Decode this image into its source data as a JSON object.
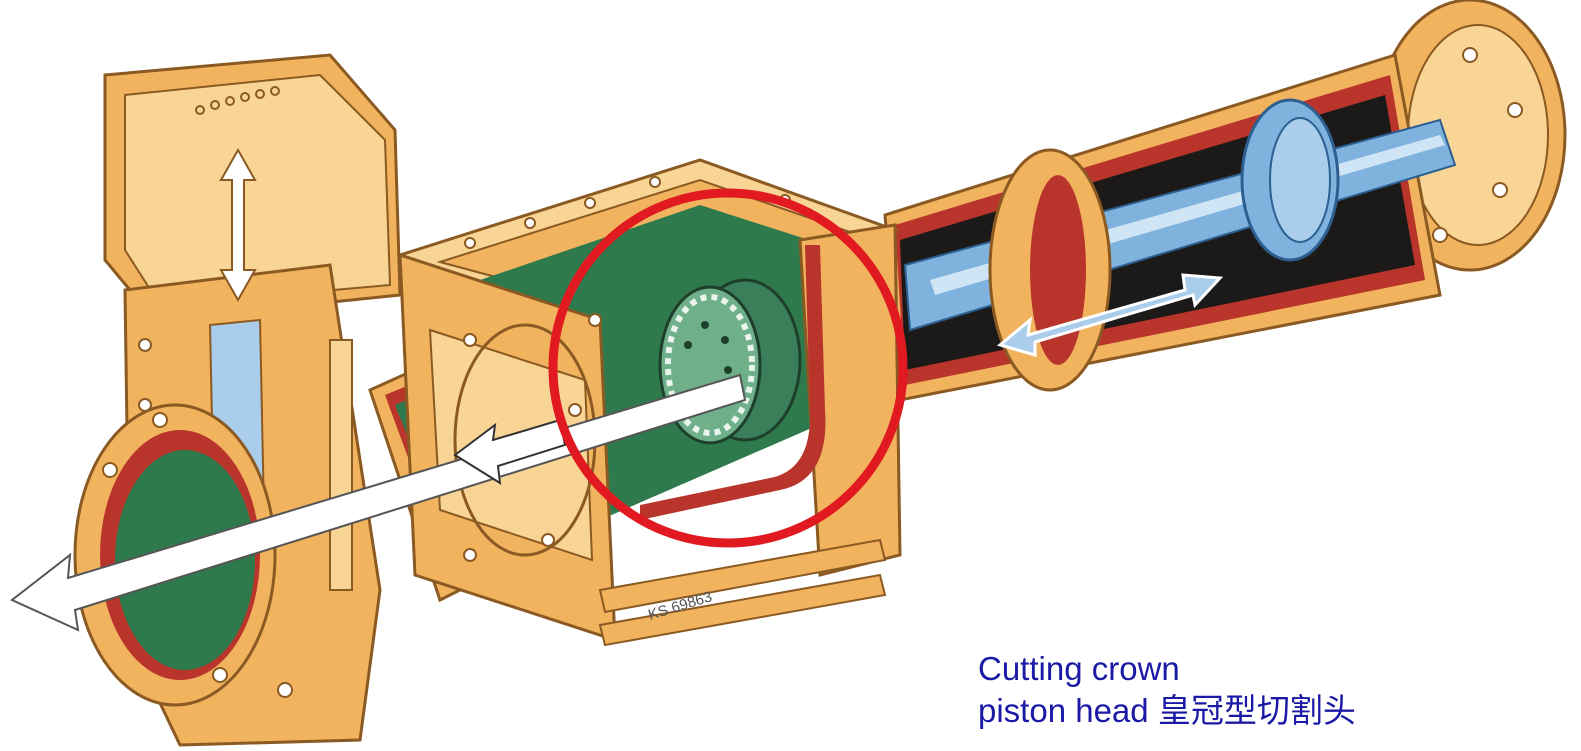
{
  "figure": {
    "stamp": "KS 69863",
    "caption_line1": "Cutting crown",
    "caption_line2_en": "piston head",
    "caption_line2_cn": "皇冠型切割头"
  },
  "colors": {
    "housing": "#f2b35f",
    "housing_light": "#f9d595",
    "housing_dark": "#c9822e",
    "section_red": "#b9352c",
    "material_green": "#2f7a4c",
    "steel_blue": "#7fb3dd",
    "steel_dark": "#2c5f8f",
    "highlight_circle": "#e11a22",
    "caption": "#1a1aa6"
  },
  "icons": [
    "flow-arrow-icon",
    "double-arrow-icon"
  ]
}
